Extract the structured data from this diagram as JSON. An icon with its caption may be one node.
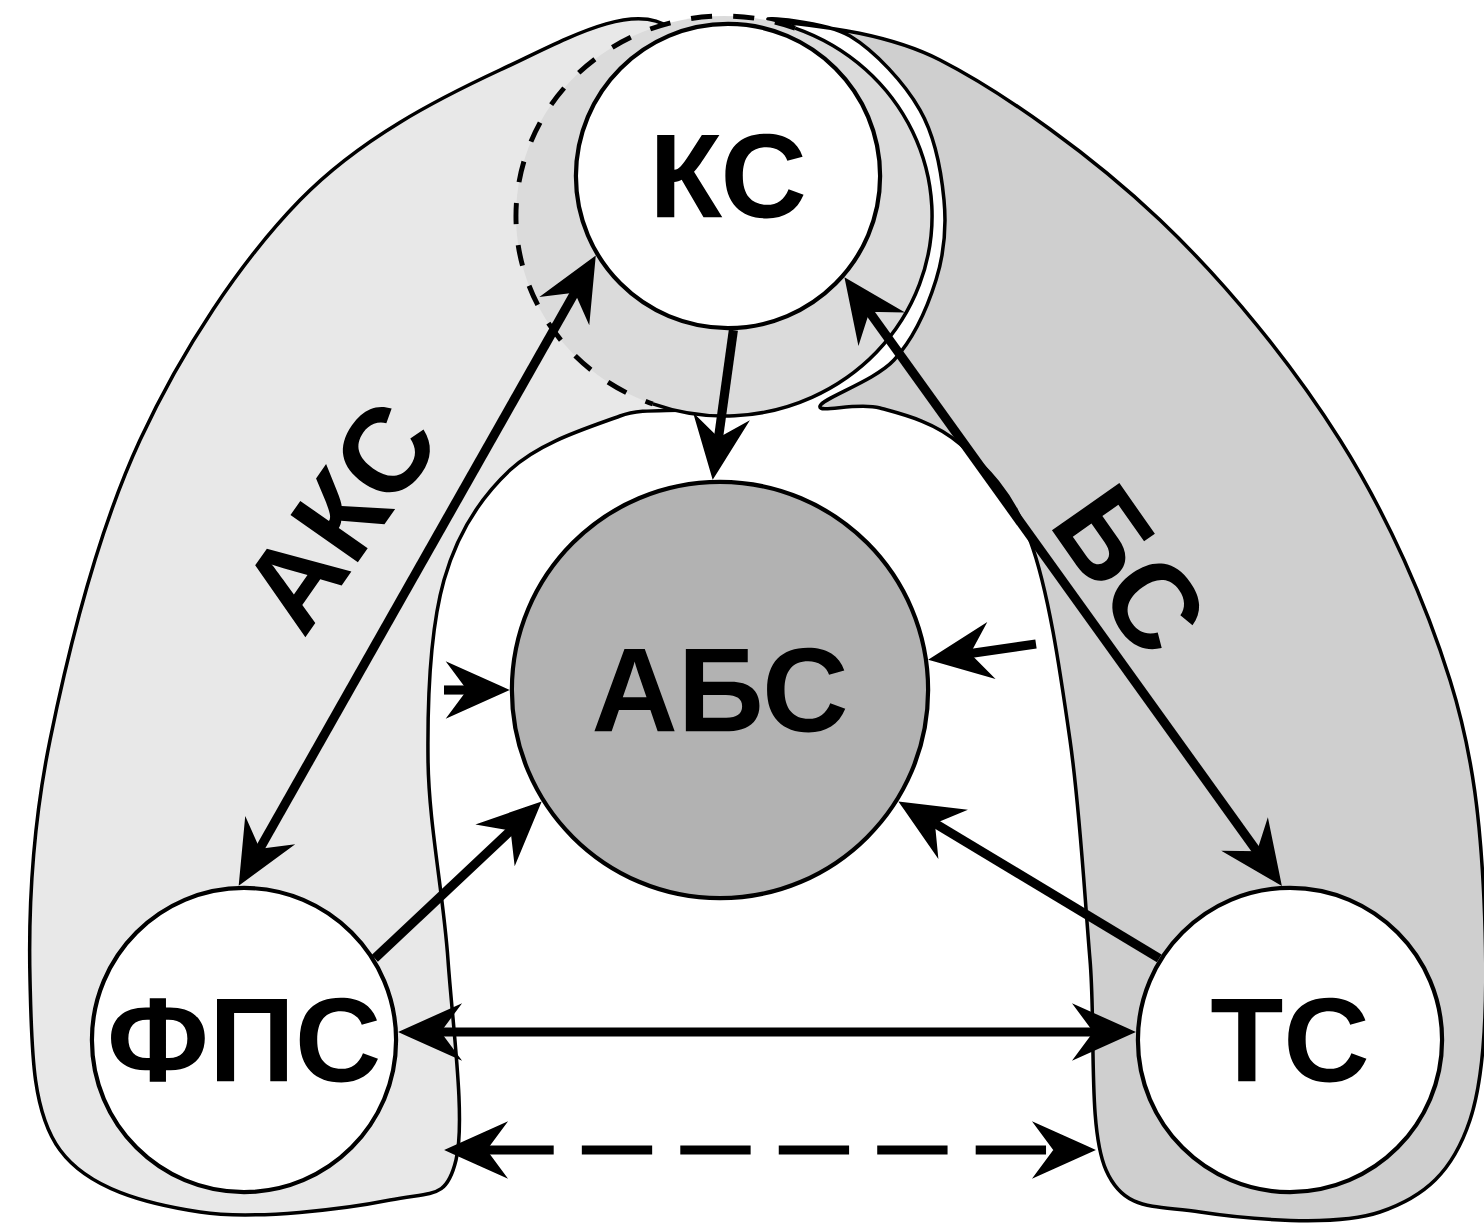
{
  "diagram": {
    "nodes": [
      {
        "text": [
          "АКС"
        ]
      },
      {
        "text": [
          "БС"
        ]
      },
      {
        "text": [
          "КС"
        ]
      },
      {
        "text": [
          "АБС"
        ]
      },
      {
        "text": [
          "ФПС"
        ],
        "in": 0
      },
      {
        "text": [
          "ТС"
        ],
        "in": 1
      }
    ],
    "edges": [
      {
        "from": 2,
        "to": 4,
        "arrow": "both"
      },
      {
        "from": 2,
        "to": 5,
        "arrow": "both"
      },
      {
        "from": 2,
        "to": 3,
        "arrow": "to"
      },
      {
        "from": 4,
        "to": 3,
        "arrow": "to"
      },
      {
        "from": 5,
        "to": 3,
        "arrow": "to"
      },
      {
        "from": 4,
        "to": 5,
        "arrow": "both"
      },
      {
        "from": 0,
        "to": 1,
        "arrow": "both",
        "style": "dashed"
      },
      {
        "from": 0,
        "to": 3,
        "arrow": "to",
        "style": "dashed"
      },
      {
        "from": 1,
        "to": 3,
        "arrow": "to",
        "style": "dashed"
      }
    ]
  }
}
